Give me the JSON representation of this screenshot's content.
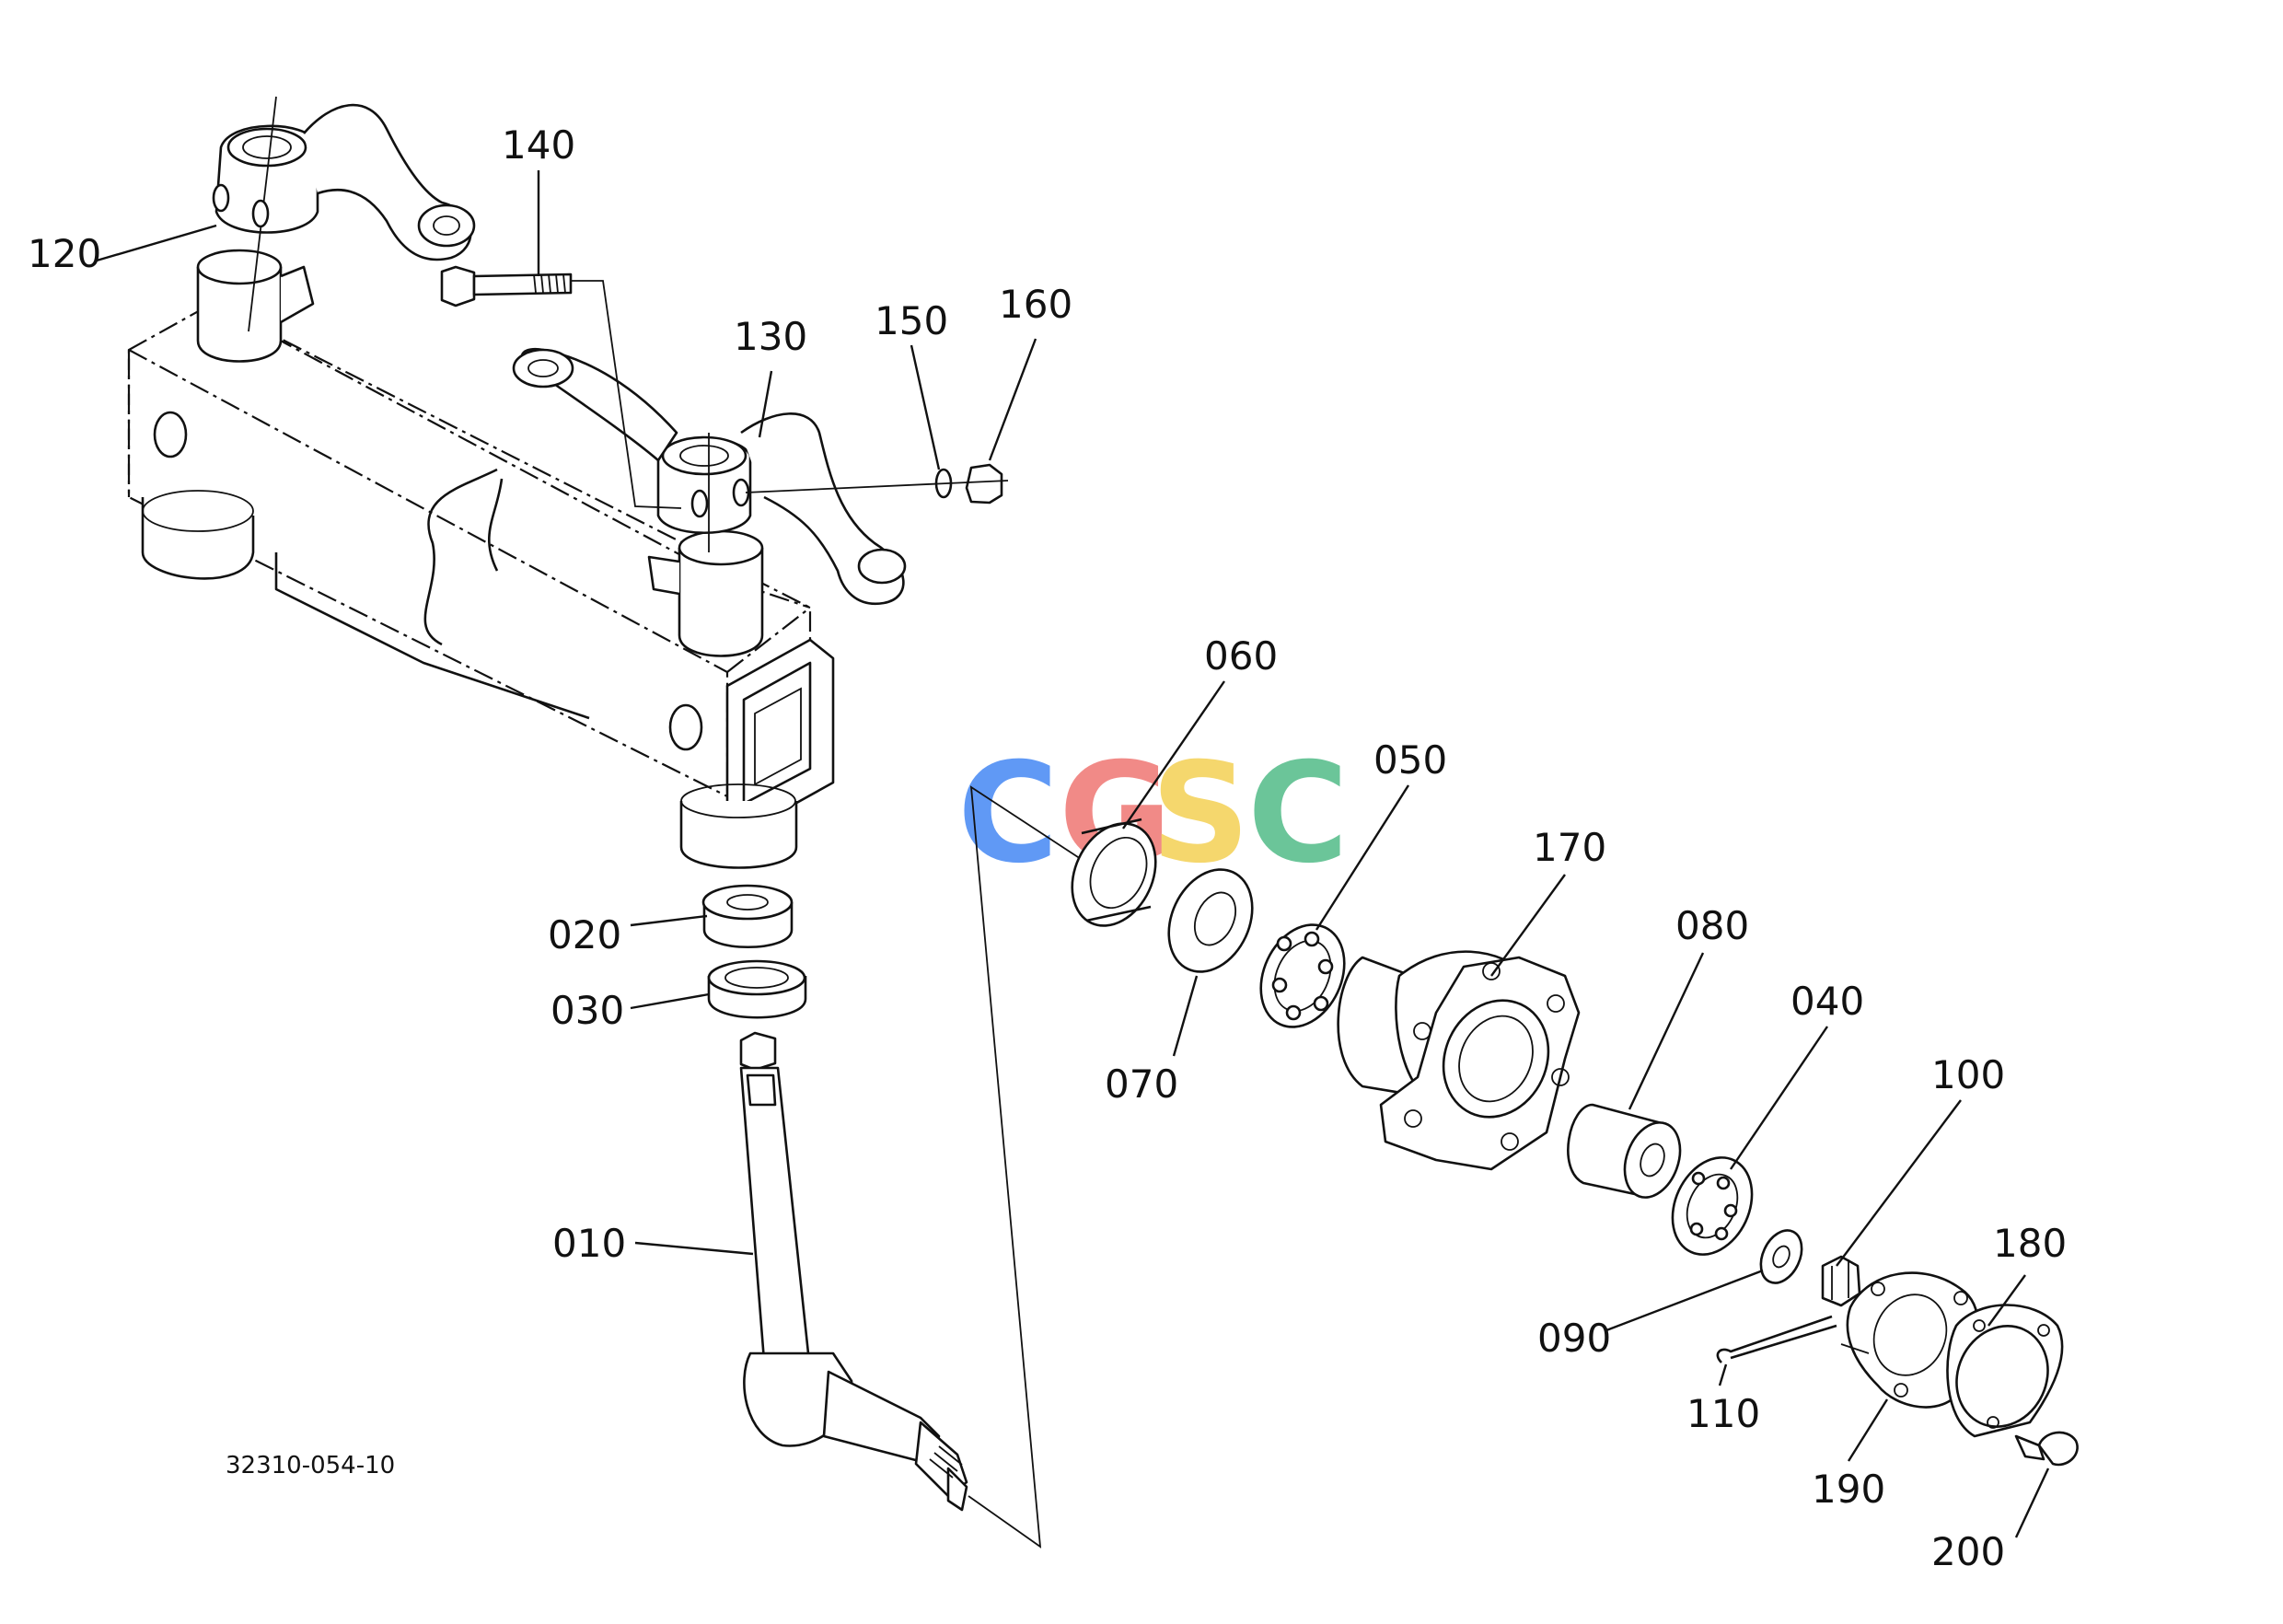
{
  "drawing_number": "32310-054-10",
  "watermark": {
    "letters": [
      "C",
      "G",
      "S",
      "C"
    ],
    "colors": [
      "#4f8ff5",
      "#f07e7b",
      "#f4d35e",
      "#5bbf8f"
    ]
  },
  "parts": [
    {
      "id": "010"
    },
    {
      "id": "020"
    },
    {
      "id": "030"
    },
    {
      "id": "040"
    },
    {
      "id": "050"
    },
    {
      "id": "060"
    },
    {
      "id": "070"
    },
    {
      "id": "080"
    },
    {
      "id": "090"
    },
    {
      "id": "100"
    },
    {
      "id": "110"
    },
    {
      "id": "120"
    },
    {
      "id": "130"
    },
    {
      "id": "140"
    },
    {
      "id": "150"
    },
    {
      "id": "160"
    },
    {
      "id": "170"
    },
    {
      "id": "180"
    },
    {
      "id": "190"
    },
    {
      "id": "200"
    }
  ]
}
